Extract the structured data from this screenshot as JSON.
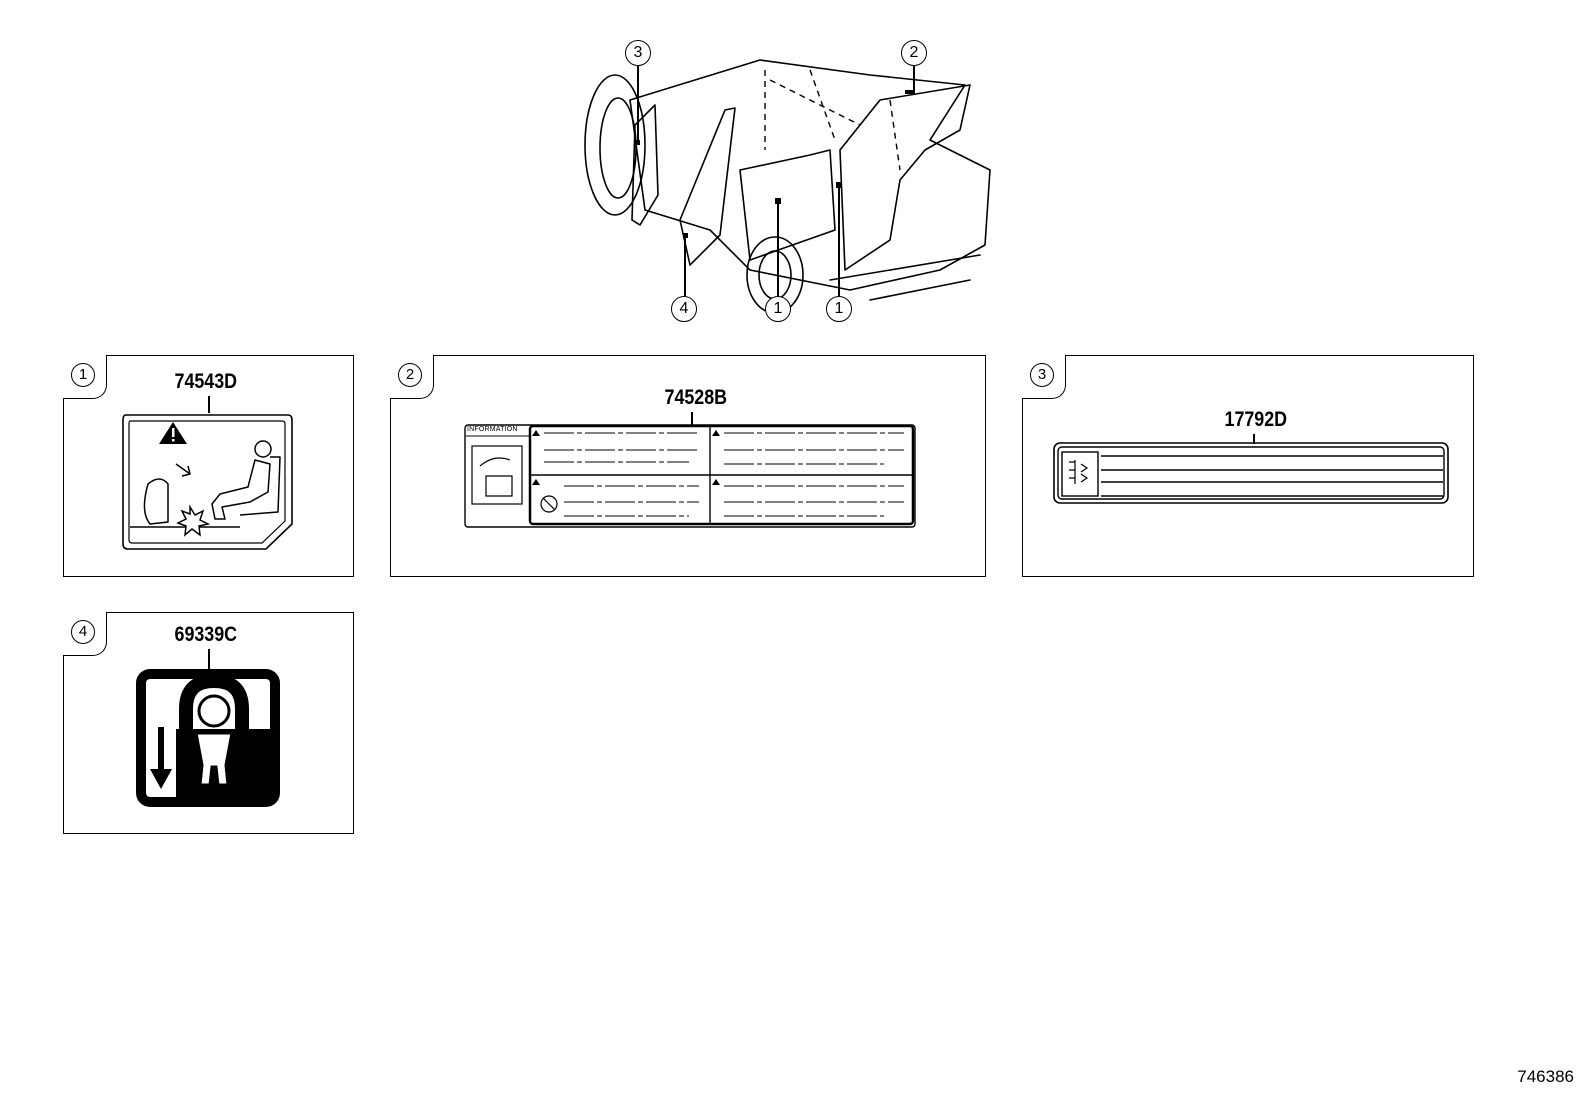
{
  "vehicle_callouts": [
    "3",
    "2",
    "4",
    "1",
    "1"
  ],
  "panels": [
    {
      "index": "1",
      "part_number": "74543D"
    },
    {
      "index": "2",
      "part_number": "74528B",
      "label_header": "INFORMATION"
    },
    {
      "index": "3",
      "part_number": "17792D"
    },
    {
      "index": "4",
      "part_number": "69339C"
    }
  ],
  "diagram_id": "746386"
}
